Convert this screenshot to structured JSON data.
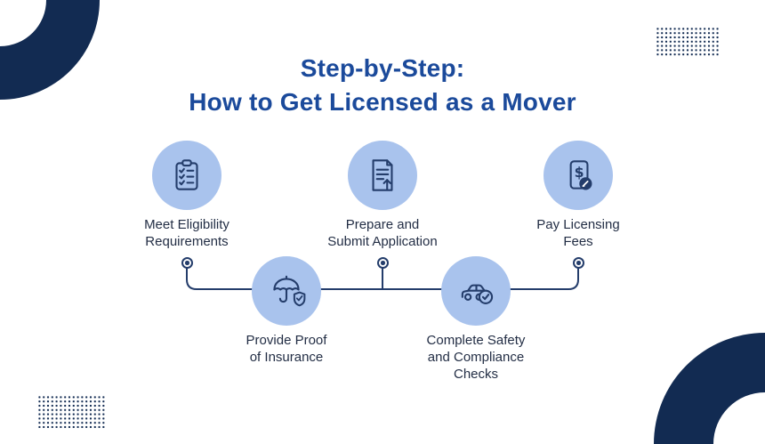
{
  "title": {
    "line1": "Step-by-Step:",
    "line2": "How to Get Licensed as a Mover"
  },
  "steps": [
    {
      "label": "Meet Eligibility\nRequirements",
      "icon": "clipboard-checklist-icon",
      "row": "top"
    },
    {
      "label": "Prepare and\nSubmit Application",
      "icon": "document-submit-icon",
      "row": "top"
    },
    {
      "label": "Pay Licensing\nFees",
      "icon": "dollar-receipt-icon",
      "row": "top"
    },
    {
      "label": "Provide Proof\nof Insurance",
      "icon": "umbrella-shield-icon",
      "row": "bottom"
    },
    {
      "label": "Complete Safety\nand Compliance\nChecks",
      "icon": "car-check-icon",
      "row": "bottom"
    }
  ],
  "colors": {
    "navy": "#122B52",
    "ink": "#243D6B",
    "title_blue": "#1B4A9B",
    "circle_fill": "#A9C3ED",
    "label_text": "#232E45",
    "background": "#FFFFFF"
  }
}
